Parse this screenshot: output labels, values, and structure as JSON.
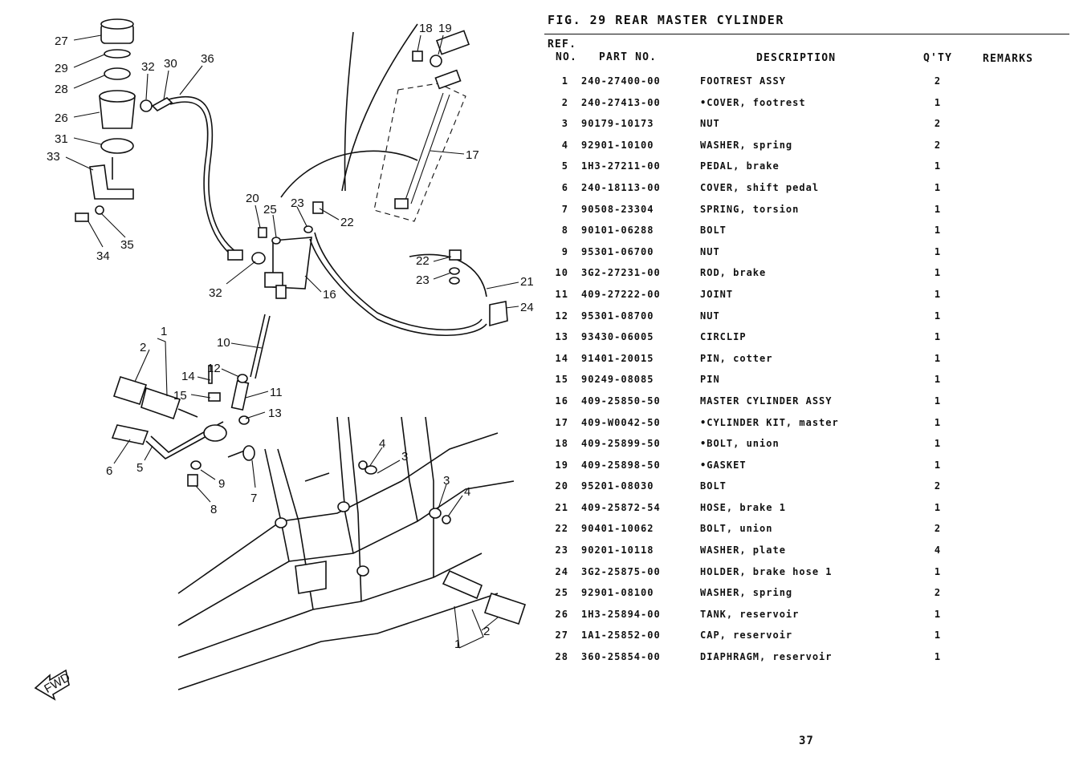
{
  "figure": {
    "title": "FIG. 29  REAR MASTER CYLINDER",
    "fwd_label": "FWD",
    "callouts": [
      "27",
      "29",
      "28",
      "26",
      "31",
      "33",
      "32",
      "30",
      "36",
      "34",
      "35",
      "18",
      "19",
      "17",
      "20",
      "25",
      "23",
      "22",
      "22",
      "23",
      "21",
      "24",
      "32",
      "16",
      "1",
      "2",
      "10",
      "12",
      "14",
      "11",
      "15",
      "13",
      "4",
      "3",
      "3",
      "4",
      "6",
      "5",
      "9",
      "8",
      "7",
      "2",
      "1"
    ]
  },
  "table": {
    "headers": {
      "ref_line1": "REF.",
      "ref_line2": "NO.",
      "part_no": "PART NO.",
      "description": "DESCRIPTION",
      "qty": "Q'TY",
      "remarks": "REMARKS"
    },
    "rows": [
      {
        "ref": "1",
        "part": "240-27400-00",
        "desc": "FOOTREST ASSY",
        "qty": "2"
      },
      {
        "ref": "2",
        "part": "240-27413-00",
        "desc": "•COVER, footrest",
        "qty": "1"
      },
      {
        "ref": "3",
        "part": "90179-10173",
        "desc": "NUT",
        "qty": "2"
      },
      {
        "ref": "4",
        "part": "92901-10100",
        "desc": "WASHER, spring",
        "qty": "2"
      },
      {
        "ref": "5",
        "part": "1H3-27211-00",
        "desc": "PEDAL, brake",
        "qty": "1"
      },
      {
        "ref": "6",
        "part": "240-18113-00",
        "desc": "COVER, shift pedal",
        "qty": "1"
      },
      {
        "ref": "7",
        "part": "90508-23304",
        "desc": "SPRING, torsion",
        "qty": "1"
      },
      {
        "ref": "8",
        "part": "90101-06288",
        "desc": "BOLT",
        "qty": "1"
      },
      {
        "ref": "9",
        "part": "95301-06700",
        "desc": "NUT",
        "qty": "1"
      },
      {
        "ref": "10",
        "part": "3G2-27231-00",
        "desc": "ROD, brake",
        "qty": "1"
      },
      {
        "ref": "11",
        "part": "409-27222-00",
        "desc": "JOINT",
        "qty": "1"
      },
      {
        "ref": "12",
        "part": "95301-08700",
        "desc": "NUT",
        "qty": "1"
      },
      {
        "ref": "13",
        "part": "93430-06005",
        "desc": "CIRCLIP",
        "qty": "1"
      },
      {
        "ref": "14",
        "part": "91401-20015",
        "desc": "PIN, cotter",
        "qty": "1"
      },
      {
        "ref": "15",
        "part": "90249-08085",
        "desc": "PIN",
        "qty": "1"
      },
      {
        "ref": "16",
        "part": "409-25850-50",
        "desc": "MASTER CYLINDER ASSY",
        "qty": "1"
      },
      {
        "ref": "17",
        "part": "409-W0042-50",
        "desc": "•CYLINDER KIT, master",
        "qty": "1"
      },
      {
        "ref": "18",
        "part": "409-25899-50",
        "desc": "•BOLT, union",
        "qty": "1"
      },
      {
        "ref": "19",
        "part": "409-25898-50",
        "desc": "•GASKET",
        "qty": "1"
      },
      {
        "ref": "20",
        "part": "95201-08030",
        "desc": "BOLT",
        "qty": "2"
      },
      {
        "ref": "21",
        "part": "409-25872-54",
        "desc": "HOSE, brake 1",
        "qty": "1"
      },
      {
        "ref": "22",
        "part": "90401-10062",
        "desc": "BOLT, union",
        "qty": "2"
      },
      {
        "ref": "23",
        "part": "90201-10118",
        "desc": "WASHER, plate",
        "qty": "4"
      },
      {
        "ref": "24",
        "part": "3G2-25875-00",
        "desc": "HOLDER, brake hose 1",
        "qty": "1"
      },
      {
        "ref": "25",
        "part": "92901-08100",
        "desc": "WASHER, spring",
        "qty": "2"
      },
      {
        "ref": "26",
        "part": "1H3-25894-00",
        "desc": "TANK, reservoir",
        "qty": "1"
      },
      {
        "ref": "27",
        "part": "1A1-25852-00",
        "desc": "CAP, reservoir",
        "qty": "1"
      },
      {
        "ref": "28",
        "part": "360-25854-00",
        "desc": "DIAPHRAGM, reservoir",
        "qty": "1"
      }
    ]
  },
  "page_number": "37"
}
